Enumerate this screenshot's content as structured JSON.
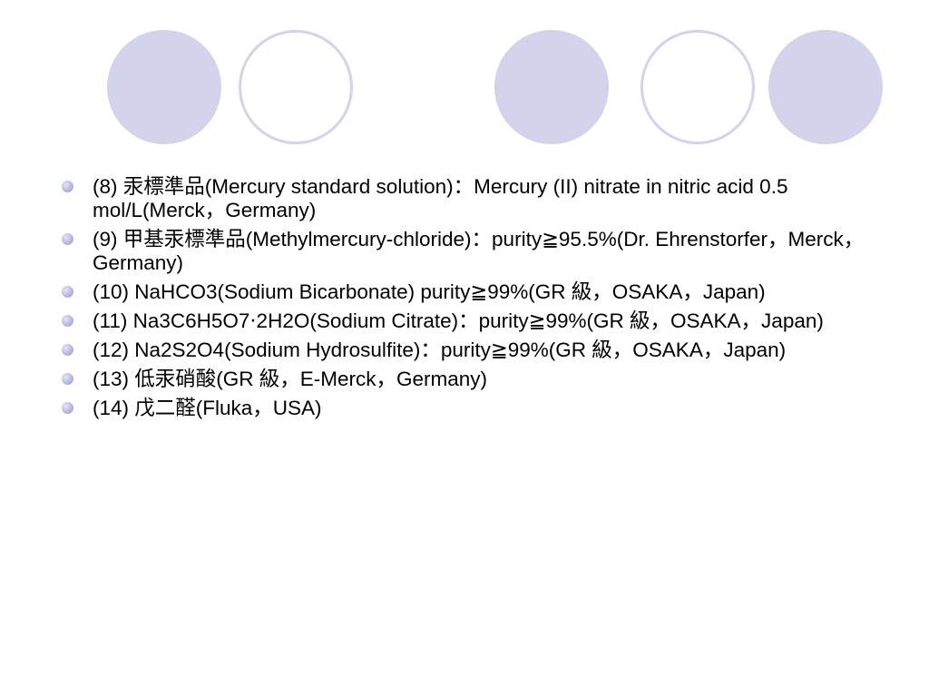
{
  "slide": {
    "decor_circles": [
      {
        "style": "filled",
        "color": "#d3d3eb"
      },
      {
        "style": "outline",
        "color": "#d3d3eb"
      },
      {
        "style": "filled",
        "color": "#d3d3eb"
      },
      {
        "style": "outline",
        "color": "#d3d3eb"
      },
      {
        "style": "filled",
        "color": "#d3d3eb"
      }
    ],
    "bullet_color": "#b8b8e0",
    "items": [
      {
        "text": "(8) 汞標準品(Mercury standard solution)：Mercury (II) nitrate in nitric acid 0.5 mol/L(Merck，Germany)"
      },
      {
        "text": "(9) 甲基汞標準品(Methylmercury-chloride)：purity≧95.5%(Dr. Ehrenstorfer，Merck，Germany)"
      },
      {
        "text": "(10) NaHCO3(Sodium Bicarbonate) purity≧99%(GR 級，OSAKA，Japan)"
      },
      {
        "text": "(11) Na3C6H5O7‧2H2O(Sodium Citrate)：purity≧99%(GR 級，OSAKA，Japan)"
      },
      {
        "text": "(12) Na2S2O4(Sodium Hydrosulfite)：purity≧99%(GR 級，OSAKA，Japan)"
      },
      {
        "text": "(13) 低汞硝酸(GR 級，E-Merck，Germany)"
      },
      {
        "text": "(14) 戊二醛(Fluka，USA)"
      }
    ]
  }
}
